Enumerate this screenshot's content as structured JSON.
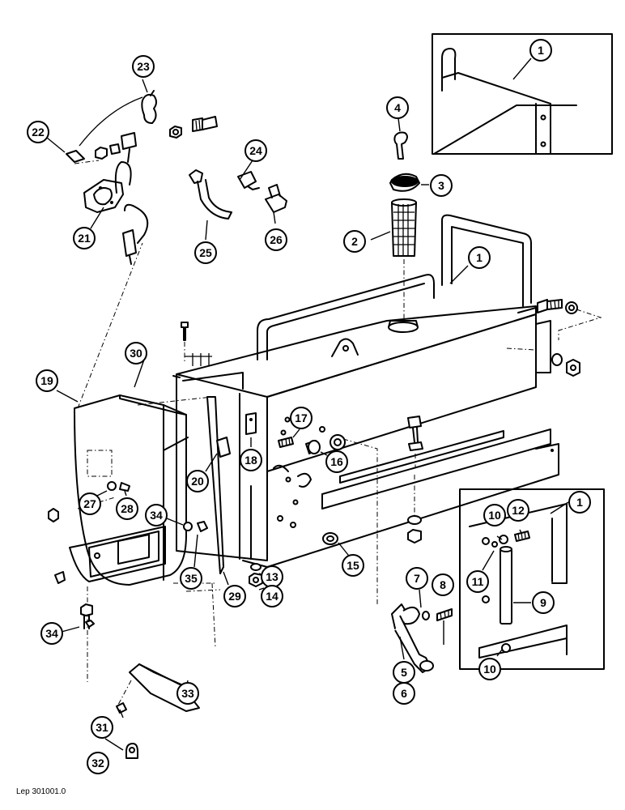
{
  "figure_reference": "Lep 301001.0",
  "callouts": [
    {
      "id": "c1a",
      "label": "1"
    },
    {
      "id": "c1b",
      "label": "1"
    },
    {
      "id": "c1c",
      "label": "1"
    },
    {
      "id": "c2",
      "label": "2"
    },
    {
      "id": "c3",
      "label": "3"
    },
    {
      "id": "c4",
      "label": "4"
    },
    {
      "id": "c5",
      "label": "5"
    },
    {
      "id": "c6",
      "label": "6"
    },
    {
      "id": "c7",
      "label": "7"
    },
    {
      "id": "c8",
      "label": "8"
    },
    {
      "id": "c9",
      "label": "9"
    },
    {
      "id": "c10a",
      "label": "10"
    },
    {
      "id": "c10b",
      "label": "10"
    },
    {
      "id": "c11",
      "label": "11"
    },
    {
      "id": "c12",
      "label": "12"
    },
    {
      "id": "c13",
      "label": "13"
    },
    {
      "id": "c14",
      "label": "14"
    },
    {
      "id": "c15",
      "label": "15"
    },
    {
      "id": "c16",
      "label": "16"
    },
    {
      "id": "c17",
      "label": "17"
    },
    {
      "id": "c18",
      "label": "18"
    },
    {
      "id": "c19",
      "label": "19"
    },
    {
      "id": "c20",
      "label": "20"
    },
    {
      "id": "c21",
      "label": "21"
    },
    {
      "id": "c22",
      "label": "22"
    },
    {
      "id": "c23",
      "label": "23"
    },
    {
      "id": "c24",
      "label": "24"
    },
    {
      "id": "c25",
      "label": "25"
    },
    {
      "id": "c26",
      "label": "26"
    },
    {
      "id": "c27",
      "label": "27"
    },
    {
      "id": "c28",
      "label": "28"
    },
    {
      "id": "c29",
      "label": "29"
    },
    {
      "id": "c30",
      "label": "30"
    },
    {
      "id": "c31",
      "label": "31"
    },
    {
      "id": "c32",
      "label": "32"
    },
    {
      "id": "c33",
      "label": "33"
    },
    {
      "id": "c34a",
      "label": "34"
    },
    {
      "id": "c34b",
      "label": "34"
    },
    {
      "id": "c35",
      "label": "35"
    }
  ]
}
